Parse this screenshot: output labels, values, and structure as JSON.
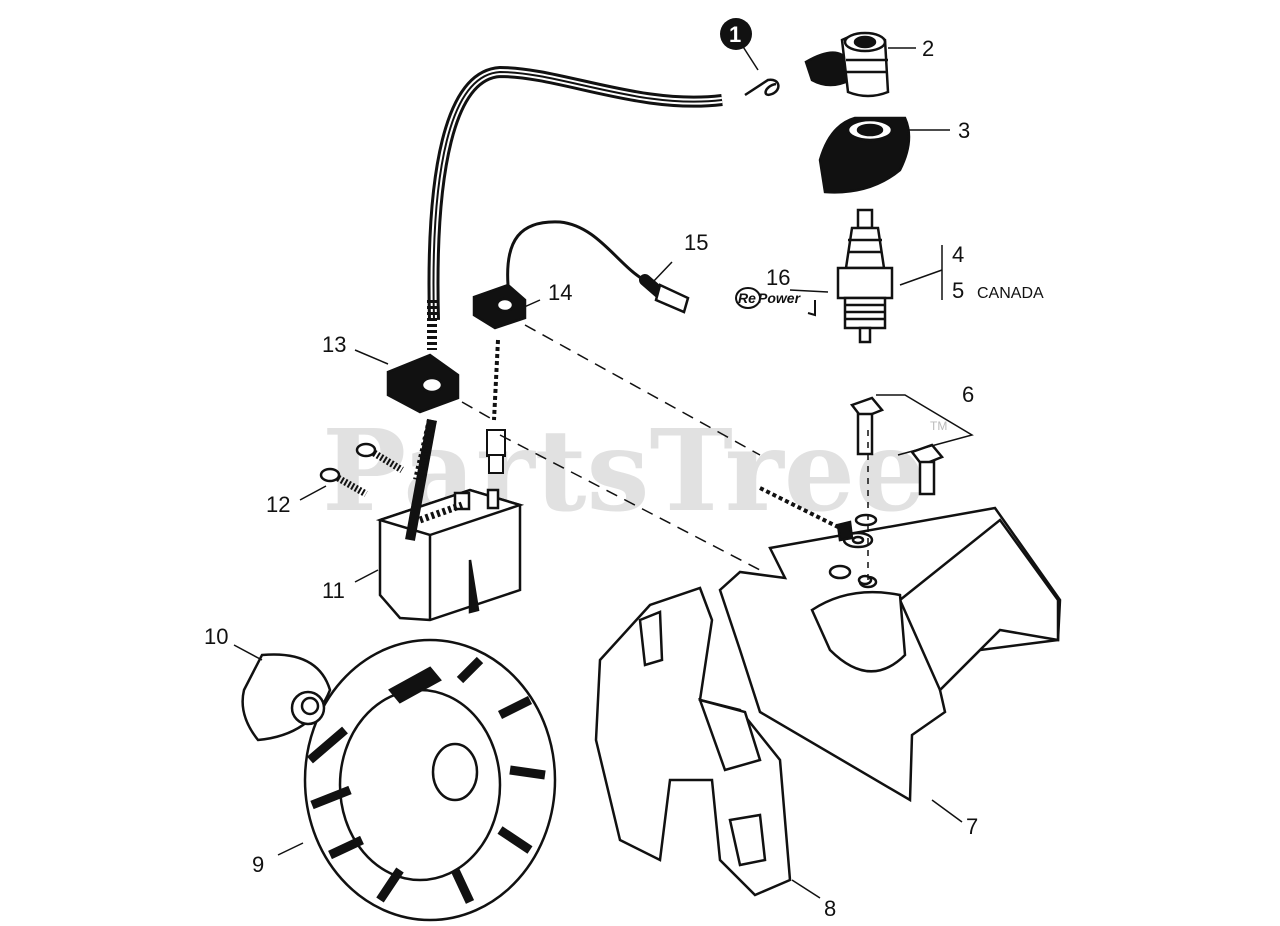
{
  "watermark": {
    "text": "PartsTree",
    "trademark": "TM"
  },
  "callouts": {
    "c1": "1",
    "c2": "2",
    "c3": "3",
    "c4": "4",
    "c5": "5",
    "c5_note": "CANADA",
    "c6": "6",
    "c7": "7",
    "c8": "8",
    "c9": "9",
    "c10": "10",
    "c11": "11",
    "c12": "12",
    "c13": "13",
    "c14": "14",
    "c15": "15",
    "c16": "16"
  },
  "repower": {
    "prefix": "Re",
    "suffix": "Power"
  },
  "colors": {
    "ink": "#111111",
    "watermark": "#c9c9c9",
    "background": "#ffffff"
  }
}
